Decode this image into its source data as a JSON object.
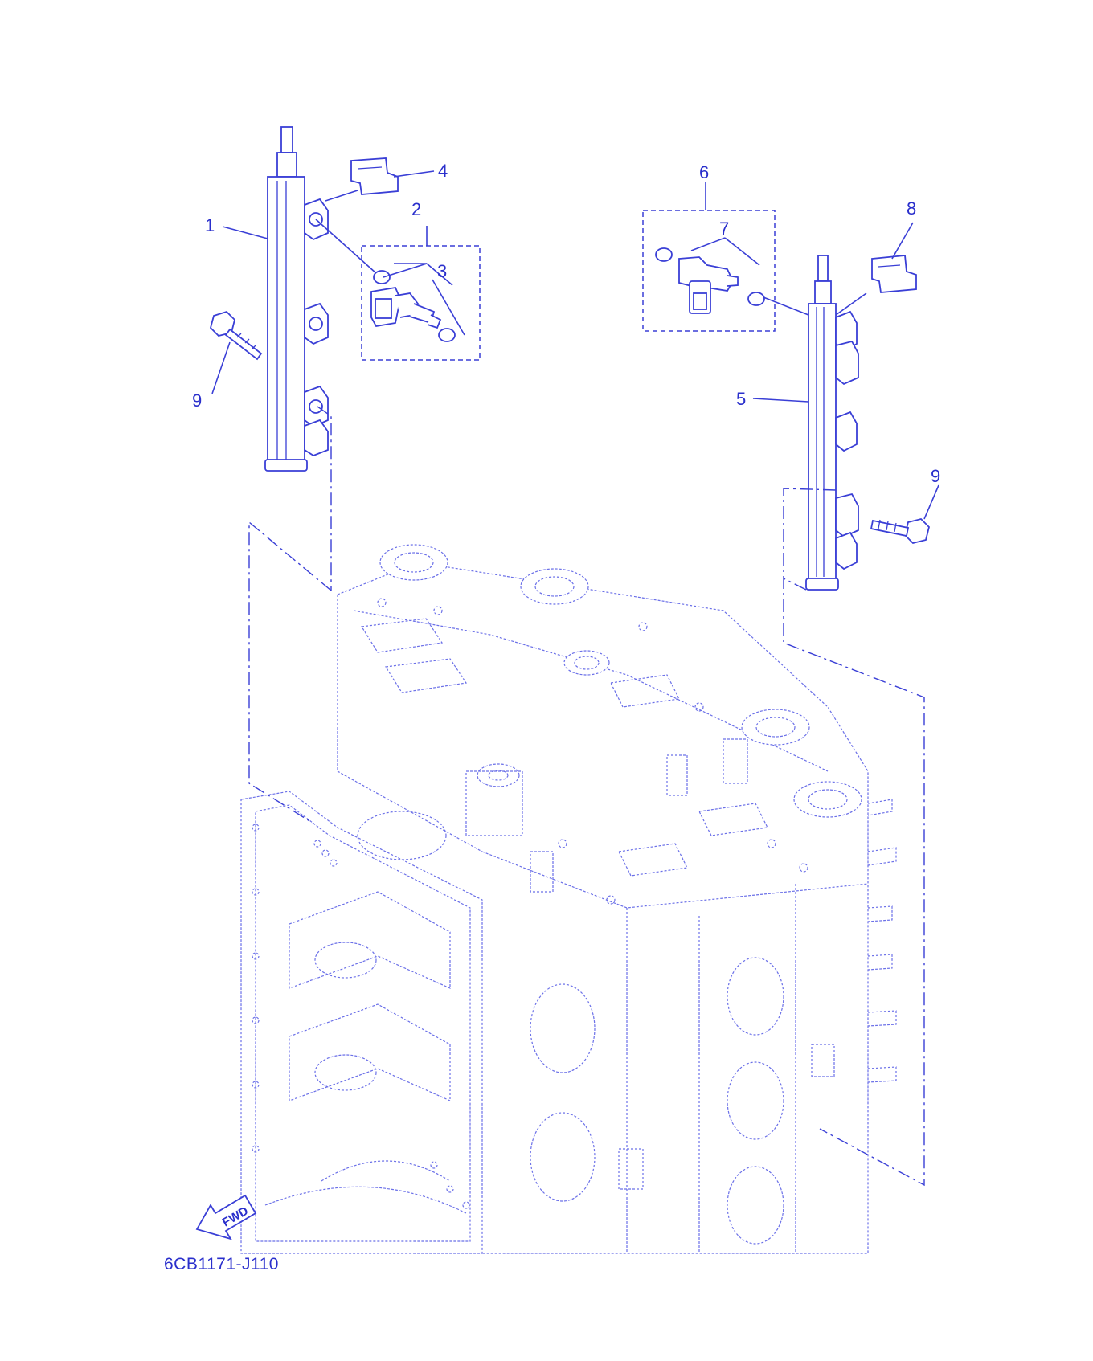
{
  "diagram": {
    "part_code": "6CB1171-J110",
    "fwd_label": "FWD",
    "callouts": {
      "c1": "1",
      "c2": "2",
      "c3": "3",
      "c4": "4",
      "c5": "5",
      "c6": "6",
      "c7": "7",
      "c8": "8",
      "c9a": "9",
      "c9b": "9"
    }
  },
  "colors": {
    "line": "#3a3fd6",
    "text": "#2a2fcc",
    "background": "#ffffff"
  }
}
